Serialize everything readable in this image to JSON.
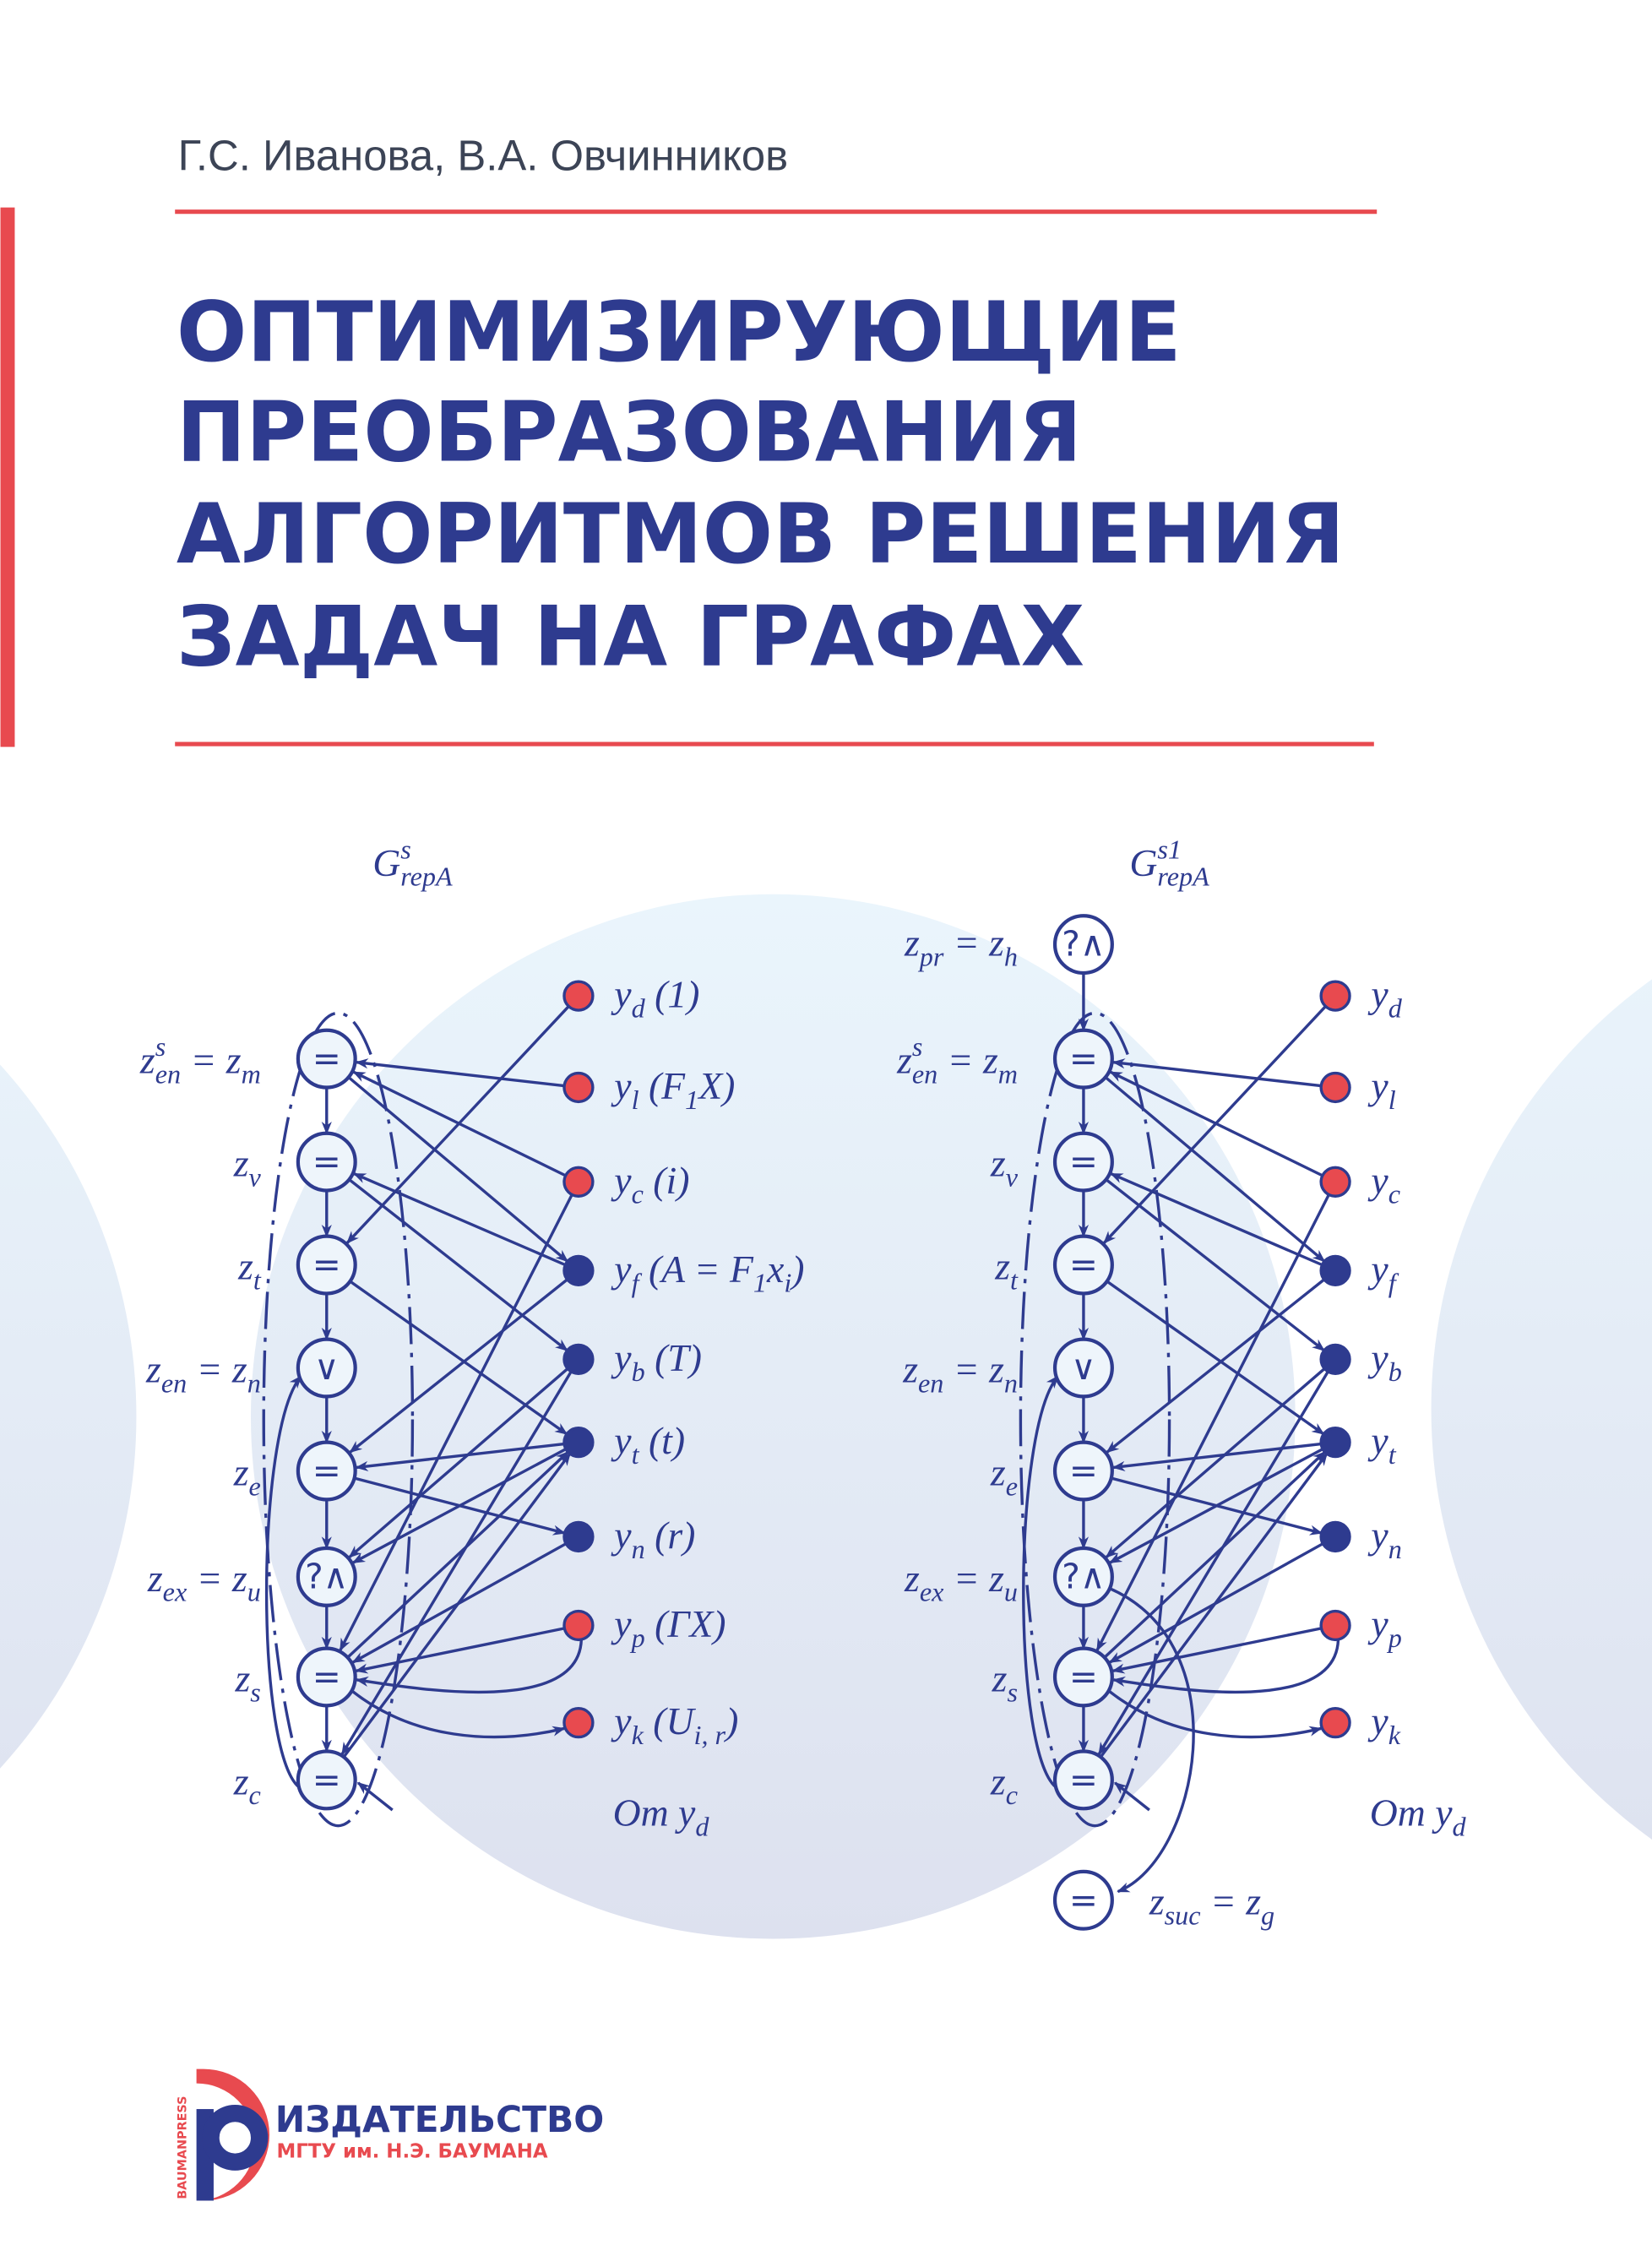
{
  "authors": "Г.С. Иванова, В.А. Овчинников",
  "title_lines": [
    "ОПТИМИЗИРУЮЩИЕ",
    "ПРЕОБРАЗОВАНИЯ",
    "АЛГОРИТМОВ РЕШЕНИЯ",
    "ЗАДАЧ НА ГРАФАХ"
  ],
  "colors": {
    "brand_blue": "#2e3b8f",
    "accent_red": "#e84a4f",
    "bg_circle": "#e6f1f9"
  },
  "diagram": {
    "left": {
      "title": [
        [
          "n",
          "G"
        ],
        [
          "p",
          "s"
        ],
        [
          "b",
          "repA"
        ]
      ],
      "node_glyphs": [
        "=",
        "=",
        "=",
        "∨",
        "=",
        "?∧",
        "=",
        "="
      ],
      "node_labels": [
        [
          [
            "n",
            "z"
          ],
          [
            "p",
            "s"
          ],
          [
            "b",
            "en"
          ],
          [
            "n",
            " = z"
          ],
          [
            "b",
            "m"
          ]
        ],
        [
          [
            "n",
            "z"
          ],
          [
            "b",
            "v"
          ]
        ],
        [
          [
            "n",
            "z"
          ],
          [
            "b",
            "t"
          ]
        ],
        [
          [
            "n",
            "z"
          ],
          [
            "b",
            "en"
          ],
          [
            "n",
            " = z"
          ],
          [
            "b",
            "n"
          ]
        ],
        [
          [
            "n",
            "z"
          ],
          [
            "b",
            "e"
          ]
        ],
        [
          [
            "n",
            "z"
          ],
          [
            "b",
            "ex"
          ],
          [
            "n",
            " = z"
          ],
          [
            "b",
            "u"
          ]
        ],
        [
          [
            "n",
            "z"
          ],
          [
            "b",
            "s"
          ]
        ],
        [
          [
            "n",
            "z"
          ],
          [
            "b",
            "c"
          ]
        ]
      ],
      "point_labels": [
        [
          [
            "n",
            "y"
          ],
          [
            "b",
            "d"
          ],
          [
            "n",
            " (1)"
          ]
        ],
        [
          [
            "n",
            "y"
          ],
          [
            "b",
            "l"
          ],
          [
            "n",
            " (F"
          ],
          [
            "b",
            "1"
          ],
          [
            "n",
            "X)"
          ]
        ],
        [
          [
            "n",
            "y"
          ],
          [
            "b",
            "c"
          ],
          [
            "n",
            " (i)"
          ]
        ],
        [
          [
            "n",
            "y"
          ],
          [
            "b",
            "f"
          ],
          [
            "n",
            " (A = F"
          ],
          [
            "b",
            "1"
          ],
          [
            "n",
            "x"
          ],
          [
            "b",
            "i"
          ],
          [
            "n",
            ")"
          ]
        ],
        [
          [
            "n",
            "y"
          ],
          [
            "b",
            "b"
          ],
          [
            "n",
            " (T)"
          ]
        ],
        [
          [
            "n",
            "y"
          ],
          [
            "b",
            "t"
          ],
          [
            "n",
            " (t)"
          ]
        ],
        [
          [
            "n",
            "y"
          ],
          [
            "b",
            "n"
          ],
          [
            "n",
            " (r)"
          ]
        ],
        [
          [
            "n",
            "y"
          ],
          [
            "b",
            "p"
          ],
          [
            "n",
            " (ΓX)"
          ]
        ],
        [
          [
            "n",
            "y"
          ],
          [
            "b",
            "k"
          ],
          [
            "n",
            " (U"
          ],
          [
            "b",
            "i, r"
          ],
          [
            "n",
            ")"
          ]
        ]
      ],
      "from_label": [
        [
          "n",
          "От y"
        ],
        [
          "b",
          "d"
        ]
      ]
    },
    "right": {
      "title": [
        [
          "n",
          "G"
        ],
        [
          "p",
          "s1"
        ],
        [
          "b",
          "repA"
        ]
      ],
      "top_glyph": "?∧",
      "top_label": [
        [
          "n",
          "z"
        ],
        [
          "b",
          "pr"
        ],
        [
          "n",
          " = z"
        ],
        [
          "b",
          "h"
        ]
      ],
      "node_glyphs": [
        "=",
        "=",
        "=",
        "∨",
        "=",
        "?∧",
        "=",
        "="
      ],
      "node_labels": [
        [
          [
            "n",
            "z"
          ],
          [
            "p",
            "s"
          ],
          [
            "b",
            "en"
          ],
          [
            "n",
            " = z"
          ],
          [
            "b",
            "m"
          ]
        ],
        [
          [
            "n",
            "z"
          ],
          [
            "b",
            "v"
          ]
        ],
        [
          [
            "n",
            "z"
          ],
          [
            "b",
            "t"
          ]
        ],
        [
          [
            "n",
            "z"
          ],
          [
            "b",
            "en"
          ],
          [
            "n",
            " = z"
          ],
          [
            "b",
            "n"
          ]
        ],
        [
          [
            "n",
            "z"
          ],
          [
            "b",
            "e"
          ]
        ],
        [
          [
            "n",
            "z"
          ],
          [
            "b",
            "ex"
          ],
          [
            "n",
            " = z"
          ],
          [
            "b",
            "u"
          ]
        ],
        [
          [
            "n",
            "z"
          ],
          [
            "b",
            "s"
          ]
        ],
        [
          [
            "n",
            "z"
          ],
          [
            "b",
            "c"
          ]
        ]
      ],
      "point_labels": [
        [
          [
            "n",
            "y"
          ],
          [
            "b",
            "d"
          ]
        ],
        [
          [
            "n",
            "y"
          ],
          [
            "b",
            "l"
          ]
        ],
        [
          [
            "n",
            "y"
          ],
          [
            "b",
            "c"
          ]
        ],
        [
          [
            "n",
            "y"
          ],
          [
            "b",
            "f"
          ]
        ],
        [
          [
            "n",
            "y"
          ],
          [
            "b",
            "b"
          ]
        ],
        [
          [
            "n",
            "y"
          ],
          [
            "b",
            "t"
          ]
        ],
        [
          [
            "n",
            "y"
          ],
          [
            "b",
            "n"
          ]
        ],
        [
          [
            "n",
            "y"
          ],
          [
            "b",
            "p"
          ]
        ],
        [
          [
            "n",
            "y"
          ],
          [
            "b",
            "k"
          ]
        ]
      ],
      "from_label": [
        [
          "n",
          "От y"
        ],
        [
          "b",
          "d"
        ]
      ],
      "bottom_glyph": "=",
      "bottom_label": [
        [
          "n",
          "z"
        ],
        [
          "b",
          "suc"
        ],
        [
          "n",
          " = z"
        ],
        [
          "b",
          "g"
        ]
      ]
    },
    "point_kinds": [
      "red",
      "red",
      "red",
      "blue",
      "blue",
      "blue",
      "blue",
      "red",
      "red"
    ]
  },
  "publisher": {
    "side_text": "BAUMANPRESS",
    "line1": "ИЗДАТЕЛЬСТВО",
    "line2": "МГТУ им. Н.Э. БАУМАНА"
  }
}
